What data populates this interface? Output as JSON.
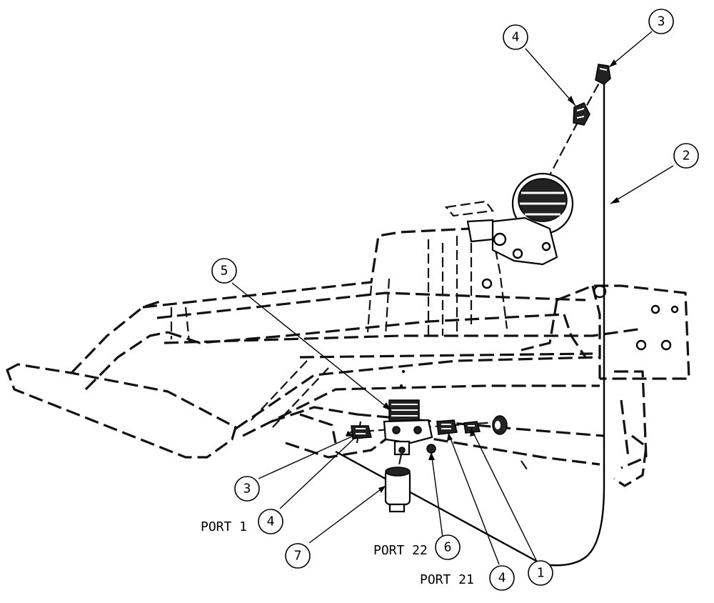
{
  "callouts": [
    {
      "id": "c-4-top",
      "label": "4"
    },
    {
      "id": "c-3-top",
      "label": "3"
    },
    {
      "id": "c-2",
      "label": "2"
    },
    {
      "id": "c-5",
      "label": "5"
    },
    {
      "id": "c-3-low",
      "label": "3"
    },
    {
      "id": "c-4-low",
      "label": "4"
    },
    {
      "id": "c-7",
      "label": "7"
    },
    {
      "id": "c-6",
      "label": "6"
    },
    {
      "id": "c-4-bottom",
      "label": "4"
    },
    {
      "id": "c-1",
      "label": "1"
    }
  ],
  "ports": {
    "port1": "PORT 1",
    "port22": "PORT 22",
    "port21": "PORT 21"
  }
}
